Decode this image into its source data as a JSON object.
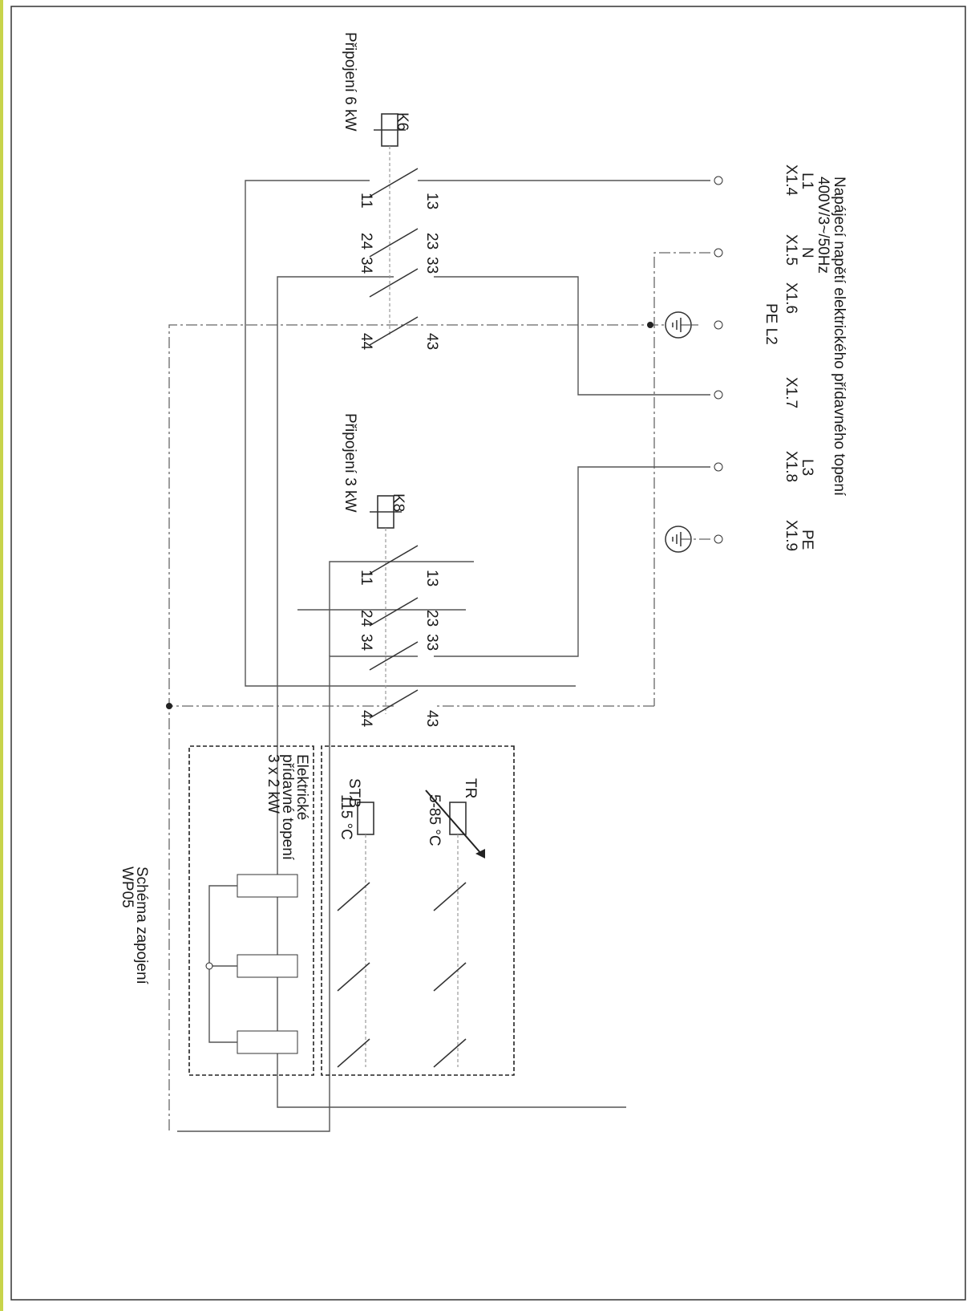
{
  "title": "Napájecí napětí elektrického přídavného topení",
  "voltage": "400V/3~/50Hz",
  "diagram_title": "Schéma zapojení",
  "diagram_subtitle": "WP05",
  "terminals": [
    {
      "line": "L1",
      "id": "X1.4"
    },
    {
      "line": "N",
      "id": "X1.5"
    },
    {
      "line": "PE L2",
      "id": "X1.6"
    },
    {
      "line": "",
      "id": "X1.7"
    },
    {
      "line": "L3",
      "id": "X1.8"
    },
    {
      "line": "PE",
      "id": "X1.9"
    }
  ],
  "contactors": [
    {
      "name": "K6",
      "caption": "Připojení 6 kW",
      "contacts": [
        "13",
        "11",
        "23",
        "24",
        "33",
        "34",
        "43",
        "44"
      ]
    },
    {
      "name": "K8",
      "caption": "Připojení 3 kW",
      "contacts": [
        "13",
        "11",
        "23",
        "24",
        "33",
        "34",
        "43",
        "44"
      ]
    }
  ],
  "thermostat": {
    "name": "TR",
    "range": "5-85 °C"
  },
  "safety_limiter": {
    "name": "STB",
    "value": "115 °C"
  },
  "heater": {
    "line1": "Elektrické",
    "line2": "přídavné topení",
    "line3": "3 x 2 kW"
  },
  "colors": {
    "frame_accent": "#c8d44a",
    "wire": "#555555"
  }
}
